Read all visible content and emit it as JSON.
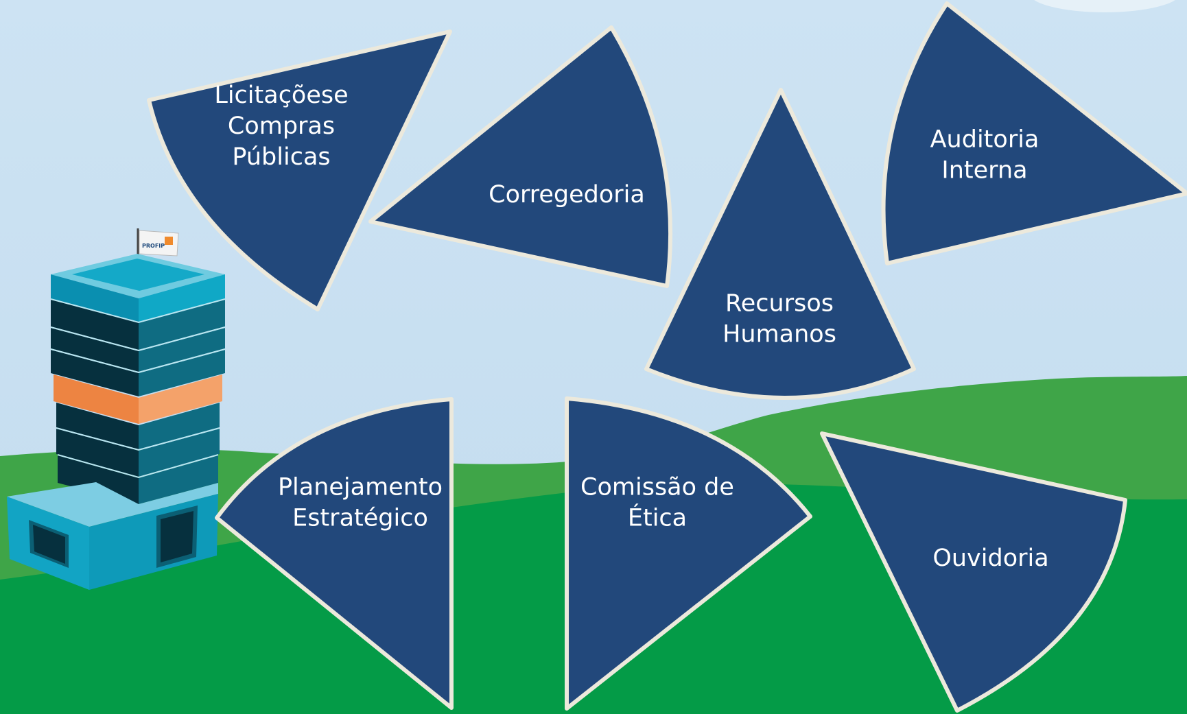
{
  "diagram": {
    "building": {
      "flag_text": "PROFIP"
    },
    "segments": [
      {
        "id": "licitacoes",
        "lines": [
          "Licitaçõese",
          "Compras",
          "Públicas"
        ]
      },
      {
        "id": "corregedoria",
        "lines": [
          "Corregedoria"
        ]
      },
      {
        "id": "recursos-humanos",
        "lines": [
          "Recursos",
          "Humanos"
        ]
      },
      {
        "id": "auditoria",
        "lines": [
          "Auditoria",
          "Interna"
        ]
      },
      {
        "id": "planejamento",
        "lines": [
          "Planejamento",
          "Estratégico"
        ]
      },
      {
        "id": "etica",
        "lines": [
          "Comissão de",
          "Ética"
        ]
      },
      {
        "id": "ouvidoria",
        "lines": [
          "Ouvidoria"
        ]
      }
    ]
  },
  "colors": {
    "sky_top": "#cde3f3",
    "sky_bottom": "#c3dcef",
    "grass_back": "#3fa548",
    "grass_front": "#049b47",
    "segment_fill": "#22487b",
    "segment_stroke": "#ece9dc",
    "label": "#ffffff",
    "building_cyan": "#0ea1c3",
    "building_dark": "#063443",
    "building_stripe": "#0f6c82",
    "building_orange": "#ed8442"
  }
}
